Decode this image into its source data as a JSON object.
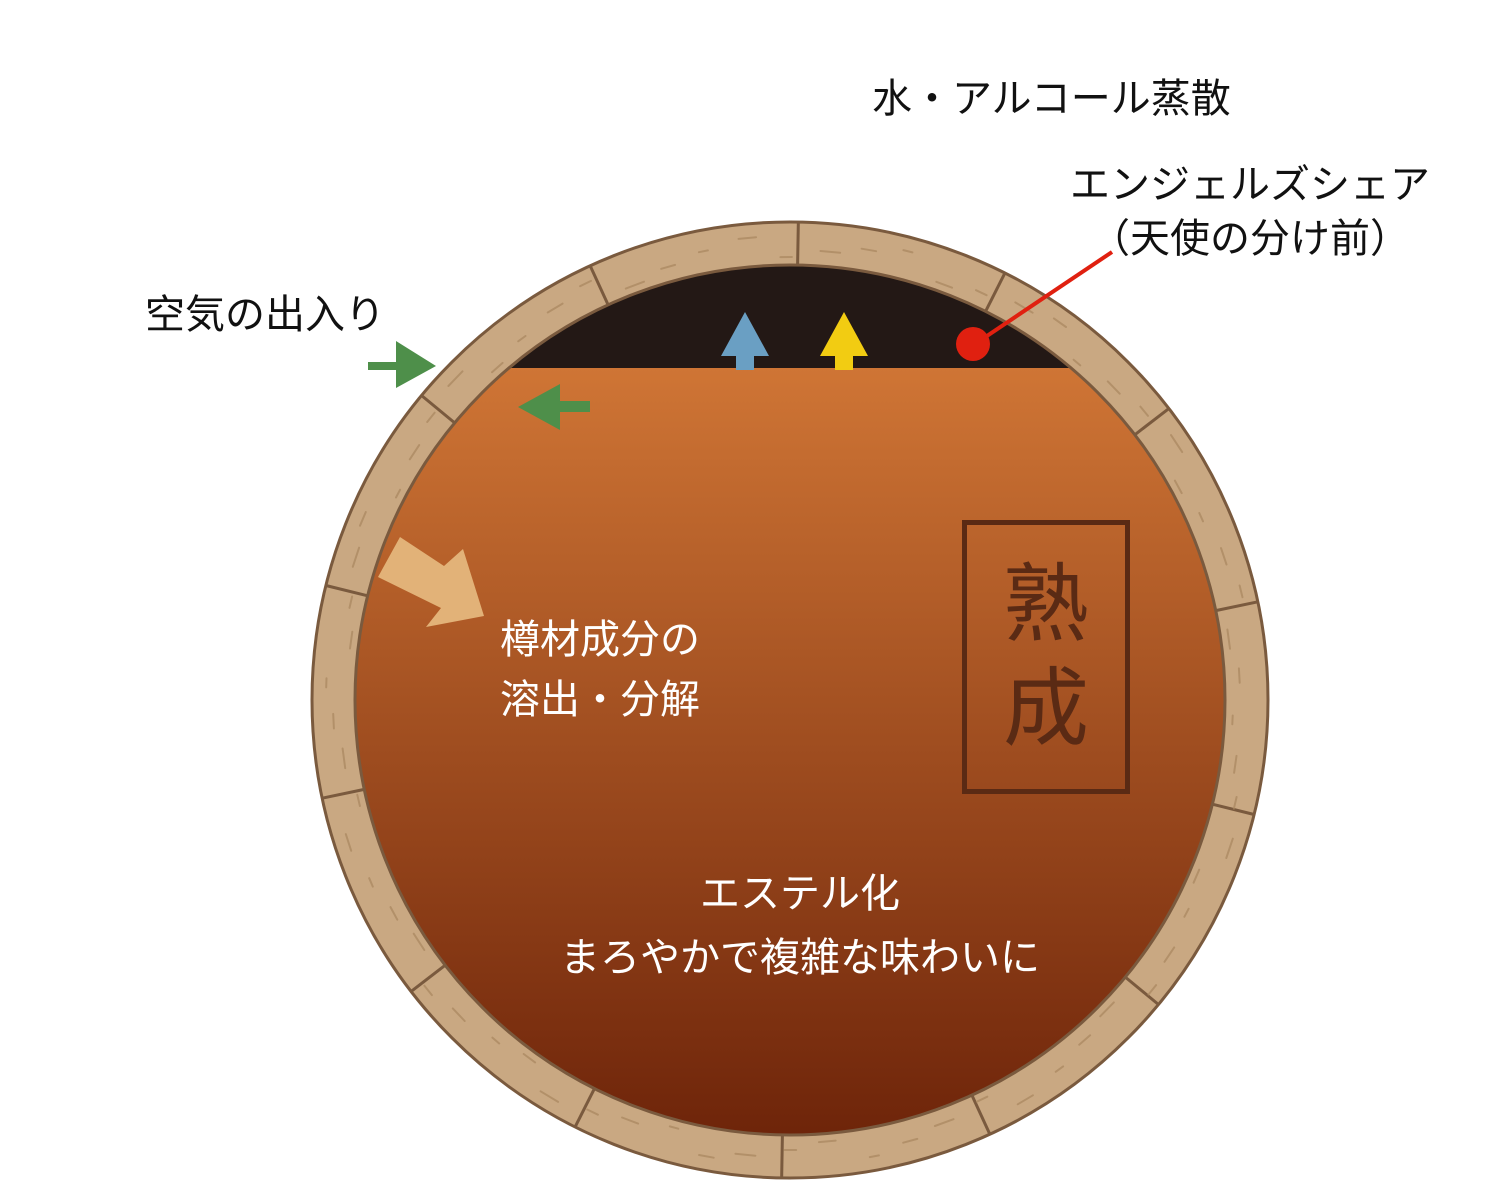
{
  "labels": {
    "evaporation": "水・アルコール蒸散",
    "angels_share": "エンジェルズシェア",
    "angels_share_sub": "（天使の分け前）",
    "air_exchange": "空気の出入り",
    "wood_line1": "樽材成分の",
    "wood_line2": "溶出・分解",
    "ester_line1": "エステル化",
    "ester_line2": "まろやかで複雑な味わいに"
  },
  "stamp": [
    "熟",
    "成"
  ],
  "colors": {
    "stave": "#c9a882",
    "stave_edge": "#7a5a3e",
    "headspace": "#231815",
    "liquid_top": "#cf7535",
    "liquid_bottom": "#6a2108",
    "air_arrow": "#4e8f4a",
    "water_arrow": "#6a9fc3",
    "alcohol_arrow": "#f2cc12",
    "angel_marker": "#e02010",
    "wood_arrow": "#e2b278",
    "stamp": "#5a2a14"
  }
}
